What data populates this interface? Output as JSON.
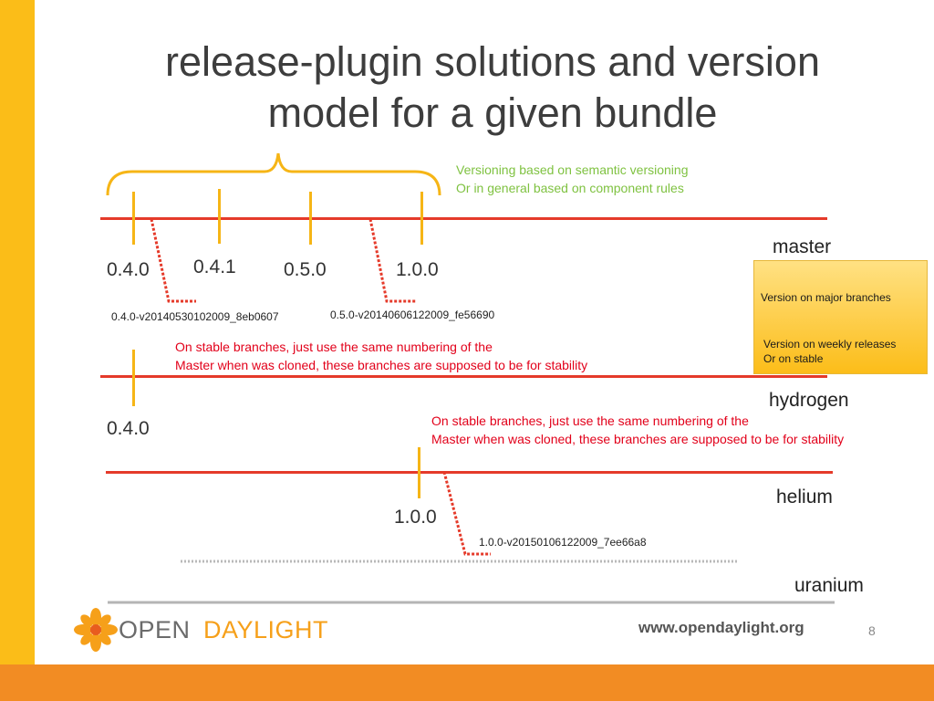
{
  "slide": {
    "title_line1": "release-plugin solutions and version",
    "title_line2": "model for a given bundle",
    "page_number": "8",
    "footer_url": "www.opendaylight.org",
    "logo": {
      "part1": "OPEN",
      "part2": "DAYLIGHT"
    }
  },
  "note_versioning": {
    "line1": "Versioning based on semantic versioning",
    "line2": "Or in general based on component rules"
  },
  "branches": {
    "master": "master",
    "hydrogen": "hydrogen",
    "helium": "helium",
    "uranium": "uranium"
  },
  "master_versions": {
    "v1": "0.4.0",
    "v2": "0.4.1",
    "v3": "0.5.0",
    "v4": "1.0.0",
    "weekly1": "0.4.0-v20140530102009_8eb0607",
    "weekly2": "0.5.0-v20140606122009_fe56690"
  },
  "hydrogen": {
    "version": "0.4.0",
    "note_line1": "On stable branches, just use the same numbering of the",
    "note_line2": "Master when was cloned, these branches are supposed to be for stability"
  },
  "helium": {
    "version": "1.0.0",
    "weekly": "1.0.0-v20150106122009_7ee66a8",
    "note_line1": "On stable branches, just use the same numbering of the",
    "note_line2": "Master when was cloned, these branches are supposed to be for stability"
  },
  "legend": {
    "major": "Version on major branches",
    "weekly_line1": "Version on weekly releases",
    "weekly_line2": "Or on stable"
  },
  "colors": {
    "left_bar": "#fbbd18",
    "bottom_bar": "#f28c23",
    "branch_line": "#e53a2a",
    "release_tick": "#f6b516",
    "note_green": "#7fc241",
    "note_red": "#e2001a"
  }
}
